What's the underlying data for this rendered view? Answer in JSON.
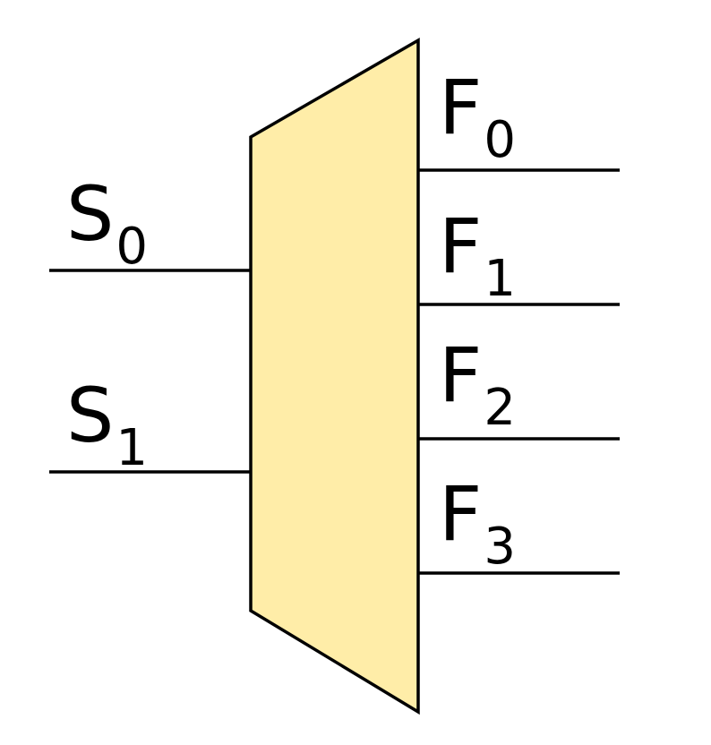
{
  "diagram": {
    "block": {
      "fill_color": "#ffeda8",
      "stroke_color": "#000000"
    },
    "inputs": [
      {
        "base": "S",
        "sub": "0"
      },
      {
        "base": "S",
        "sub": "1"
      }
    ],
    "outputs": [
      {
        "base": "F",
        "sub": "0"
      },
      {
        "base": "F",
        "sub": "1"
      },
      {
        "base": "F",
        "sub": "2"
      },
      {
        "base": "F",
        "sub": "3"
      }
    ]
  }
}
